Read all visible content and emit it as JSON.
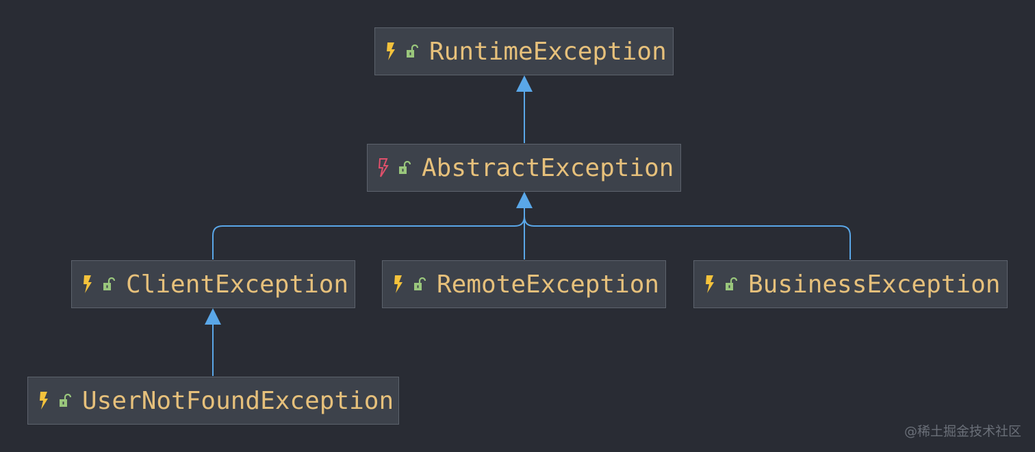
{
  "diagram": {
    "nodes": [
      {
        "id": "runtime",
        "label": "RuntimeException",
        "icon": "exception-class-icon",
        "abstract": false,
        "visibility": "public-icon"
      },
      {
        "id": "abstract",
        "label": "AbstractException",
        "icon": "abstract-exception-class-icon",
        "abstract": true,
        "visibility": "public-icon"
      },
      {
        "id": "client",
        "label": "ClientException",
        "icon": "exception-class-icon",
        "abstract": false,
        "visibility": "public-icon"
      },
      {
        "id": "remote",
        "label": "RemoteException",
        "icon": "exception-class-icon",
        "abstract": false,
        "visibility": "public-icon"
      },
      {
        "id": "business",
        "label": "BusinessException",
        "icon": "exception-class-icon",
        "abstract": false,
        "visibility": "public-icon"
      },
      {
        "id": "usernotfound",
        "label": "UserNotFoundException",
        "icon": "exception-class-icon",
        "abstract": false,
        "visibility": "public-icon"
      }
    ],
    "edges": [
      {
        "from": "abstract",
        "to": "runtime",
        "type": "extends"
      },
      {
        "from": "client",
        "to": "abstract",
        "type": "extends"
      },
      {
        "from": "remote",
        "to": "abstract",
        "type": "extends"
      },
      {
        "from": "business",
        "to": "abstract",
        "type": "extends"
      },
      {
        "from": "usernotfound",
        "to": "client",
        "type": "extends"
      }
    ]
  },
  "colors": {
    "background": "#292c34",
    "node_fill": "#3d424b",
    "node_border": "#5d636d",
    "label": "#e6c07b",
    "edge": "#5aa7e8",
    "bolt": "#f4c23c",
    "bolt_abstract": "#e0506b",
    "lock": "#9ac77c"
  },
  "watermark": "@稀土掘金技术社区"
}
